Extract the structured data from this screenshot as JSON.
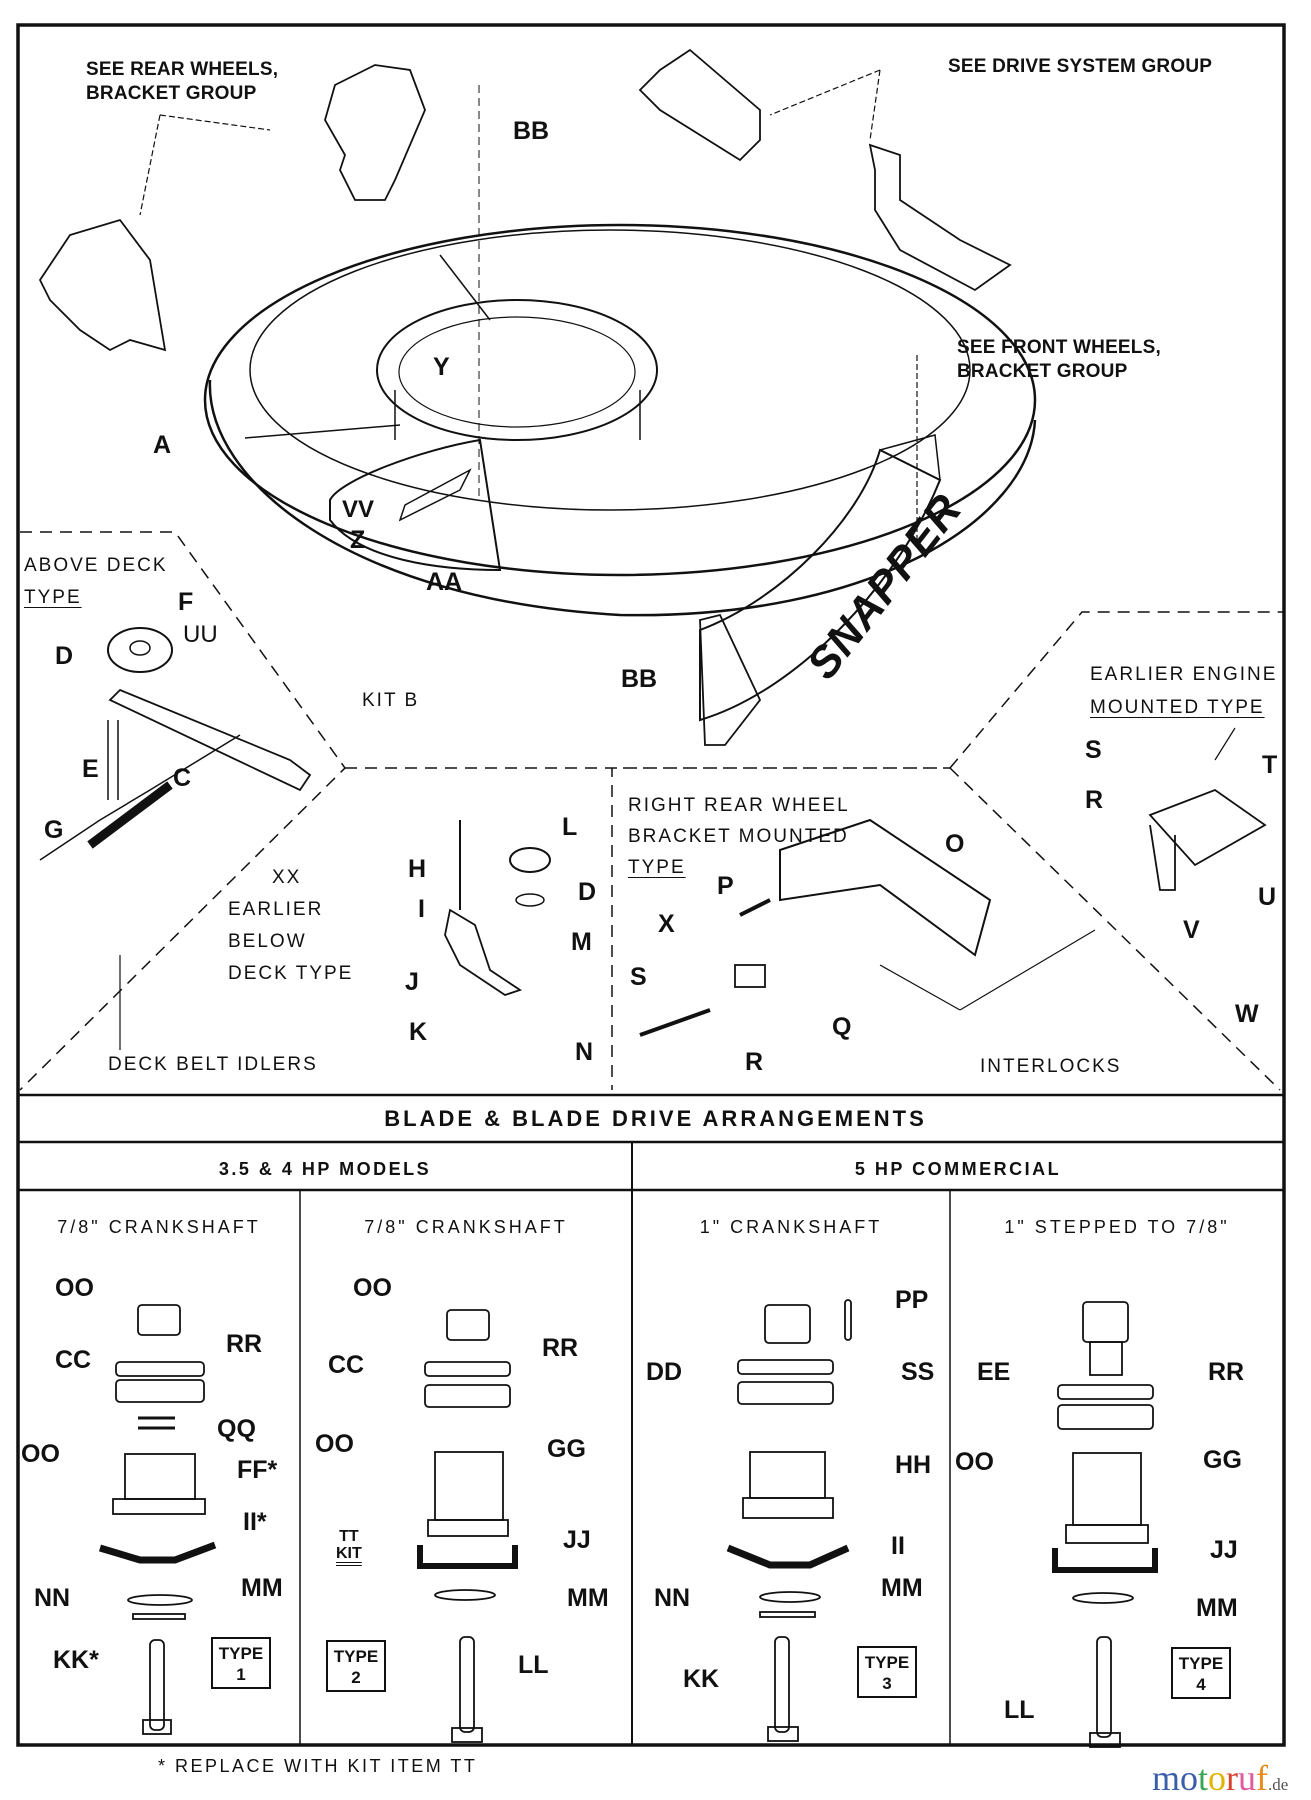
{
  "diagram": {
    "callouts": {
      "rear_wheels": [
        "SEE REAR WHEELS,",
        "BRACKET GROUP"
      ],
      "drive_system": "SEE DRIVE SYSTEM GROUP",
      "front_wheels": [
        "SEE FRONT WHEELS,",
        "BRACKET GROUP"
      ],
      "above_deck": [
        "ABOVE DECK",
        "TYPE"
      ],
      "kit_b": "KIT B",
      "earlier_below": [
        "XX",
        "EARLIER",
        "BELOW",
        "DECK TYPE"
      ],
      "deck_belt_idlers": "DECK BELT IDLERS",
      "right_rear": [
        "RIGHT REAR WHEEL",
        "BRACKET MOUNTED",
        "TYPE"
      ],
      "earlier_engine": [
        "EARLIER ENGINE",
        "MOUNTED TYPE"
      ],
      "interlocks": "INTERLOCKS",
      "brand_on_part": "SNAPPER"
    },
    "upper_parts": {
      "BB_top": "BB",
      "Y": "Y",
      "A": "A",
      "VV": "VV",
      "Z": "Z",
      "AA": "AA",
      "BB_bottom": "BB",
      "F": "F",
      "UU": "UU",
      "D_above": "D",
      "E": "E",
      "C": "C",
      "G": "G",
      "H": "H",
      "L": "L",
      "I": "I",
      "D_below": "D",
      "M": "M",
      "J": "J",
      "K": "K",
      "N": "N",
      "O": "O",
      "P": "P",
      "X": "X",
      "S_bracket": "S",
      "Q": "Q",
      "R_bracket": "R",
      "S_engine": "S",
      "R_engine": "R",
      "T": "T",
      "U": "U",
      "V": "V",
      "W": "W"
    },
    "blade_section": {
      "title": "BLADE & BLADE DRIVE ARRANGEMENTS",
      "groups": [
        {
          "label": "3.5 & 4 HP MODELS"
        },
        {
          "label": "5 HP COMMERCIAL"
        }
      ],
      "columns": [
        {
          "heading": "7/8\" CRANKSHAFT",
          "type_word": "TYPE",
          "type_num": "1",
          "parts": {
            "OO_top": "OO",
            "CC": "CC",
            "RR": "RR",
            "QQ": "QQ",
            "OO_mid": "OO",
            "FF": "FF*",
            "II": "II*",
            "NN": "NN",
            "MM": "MM",
            "KK": "KK*"
          }
        },
        {
          "heading": "7/8\" CRANKSHAFT",
          "type_word": "TYPE",
          "type_num": "2",
          "kit": [
            "TT",
            "KIT"
          ],
          "parts": {
            "OO_top": "OO",
            "CC": "CC",
            "RR": "RR",
            "OO_mid": "OO",
            "GG": "GG",
            "JJ": "JJ",
            "MM": "MM",
            "LL": "LL"
          }
        },
        {
          "heading": "1\" CRANKSHAFT",
          "type_word": "TYPE",
          "type_num": "3",
          "parts": {
            "PP": "PP",
            "DD": "DD",
            "SS": "SS",
            "HH": "HH",
            "II": "II",
            "NN": "NN",
            "MM": "MM",
            "KK": "KK"
          }
        },
        {
          "heading": "1\" STEPPED TO 7/8\"",
          "type_word": "TYPE",
          "type_num": "4",
          "parts": {
            "EE": "EE",
            "RR": "RR",
            "OO": "OO",
            "GG": "GG",
            "JJ": "JJ",
            "MM": "MM",
            "LL": "LL"
          }
        }
      ],
      "footnote": "*  REPLACE  WITH  KIT  ITEM  TT"
    }
  },
  "watermark": {
    "letters": [
      "m",
      "o",
      "t",
      "o",
      "r",
      "u",
      "f"
    ],
    "colors": [
      "#3b5ea8",
      "#3b5ea8",
      "#3aa655",
      "#e0b400",
      "#d6452f",
      "#e05aa0",
      "#e88b1a"
    ],
    "suffix": ".de"
  }
}
